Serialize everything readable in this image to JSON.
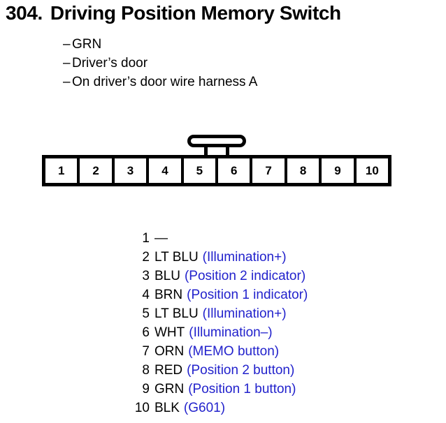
{
  "header": {
    "number": "304.",
    "title": "Driving Position Memory Switch"
  },
  "details": [
    {
      "dash": "–",
      "label": "GRN"
    },
    {
      "dash": "–",
      "label": "Driver’s door"
    },
    {
      "dash": "–",
      "label": "On driver’s door wire harness A"
    }
  ],
  "connector": {
    "pin_count": 10,
    "cells": [
      "1",
      "2",
      "3",
      "4",
      "5",
      "6",
      "7",
      "8",
      "9",
      "10"
    ],
    "latch": "connector-latch-tab"
  },
  "pins": [
    {
      "no": "1",
      "color": "—",
      "desc": ""
    },
    {
      "no": "2",
      "color": "LT BLU",
      "desc": "(Illumination+)"
    },
    {
      "no": "3",
      "color": "BLU",
      "desc": "(Position 2 indicator)"
    },
    {
      "no": "4",
      "color": "BRN",
      "desc": "(Position 1 indicator)"
    },
    {
      "no": "5",
      "color": "LT BLU",
      "desc": "(Illumination+)"
    },
    {
      "no": "6",
      "color": "WHT",
      "desc": "(Illumination–)"
    },
    {
      "no": "7",
      "color": "ORN",
      "desc": "(MEMO button)"
    },
    {
      "no": "8",
      "color": "RED",
      "desc": "(Position 2 button)"
    },
    {
      "no": "9",
      "color": "GRN",
      "desc": "(Position 1 button)"
    },
    {
      "no": "10",
      "color": "BLK",
      "desc": "(G601)"
    }
  ],
  "colors": {
    "text": "#000000",
    "description": "#2222cc",
    "background": "#ffffff",
    "connector_outline": "#000000"
  }
}
